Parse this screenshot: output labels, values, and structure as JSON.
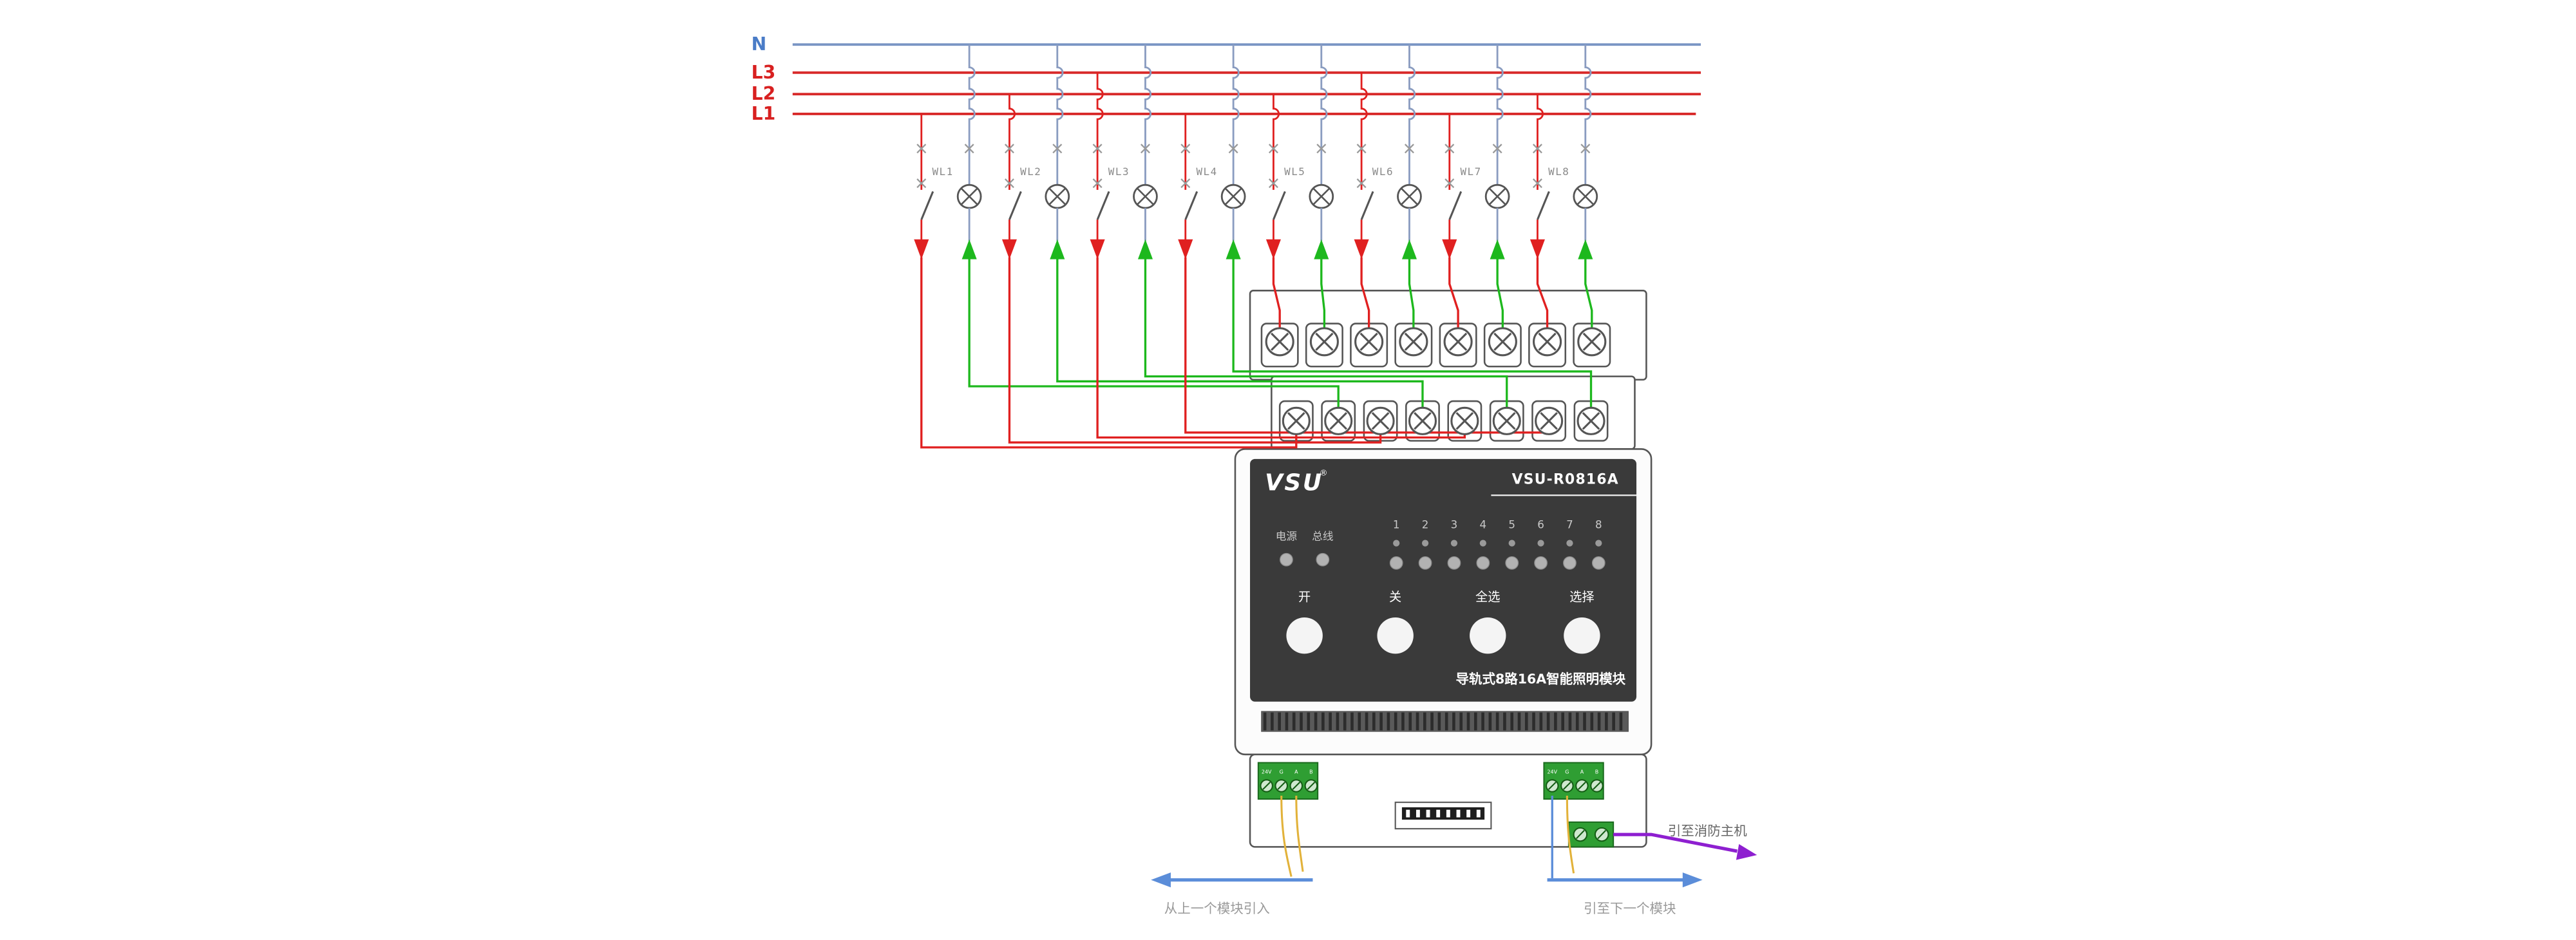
{
  "bus": {
    "n_label": "N",
    "l3_label": "L3",
    "l2_label": "L2",
    "l1_label": "L1"
  },
  "circuits": {
    "labels": [
      "WL1",
      "WL2",
      "WL3",
      "WL4",
      "WL5",
      "WL6",
      "WL7",
      "WL8"
    ]
  },
  "device": {
    "brand": "VSU",
    "reg_mark": "®",
    "model": "VSU-R0816A",
    "power_led_label": "电源",
    "bus_led_label": "总线",
    "channels": [
      "1",
      "2",
      "3",
      "4",
      "5",
      "6",
      "7",
      "8"
    ],
    "button_on": "开",
    "button_off": "关",
    "button_select_all": "全选",
    "button_select": "选择",
    "product_name": "导轨式8路16A智能照明模块",
    "terminal_labels": [
      "24V",
      "G",
      "A",
      "B"
    ]
  },
  "annotations": {
    "from_previous_module": "从上一个模块引入",
    "to_next_module": "引至下一个模块",
    "to_fire_host": "引至消防主机"
  },
  "colors": {
    "bus_neutral": "#7a95c4",
    "bus_live": "#d82a2a",
    "label_neutral": "#4a7cc7",
    "label_live": "#d82020",
    "wire_red": "#e02020",
    "wire_green": "#1db81d",
    "neutral_drop": "#8a9cc0",
    "outline": "#555555",
    "panel": "#3a3a3a",
    "terminal_green": "#2f9e33",
    "wire_yellow": "#e2b23a",
    "arrow_blue": "#5b8dd9",
    "fire_purple": "#8e1fd0"
  }
}
